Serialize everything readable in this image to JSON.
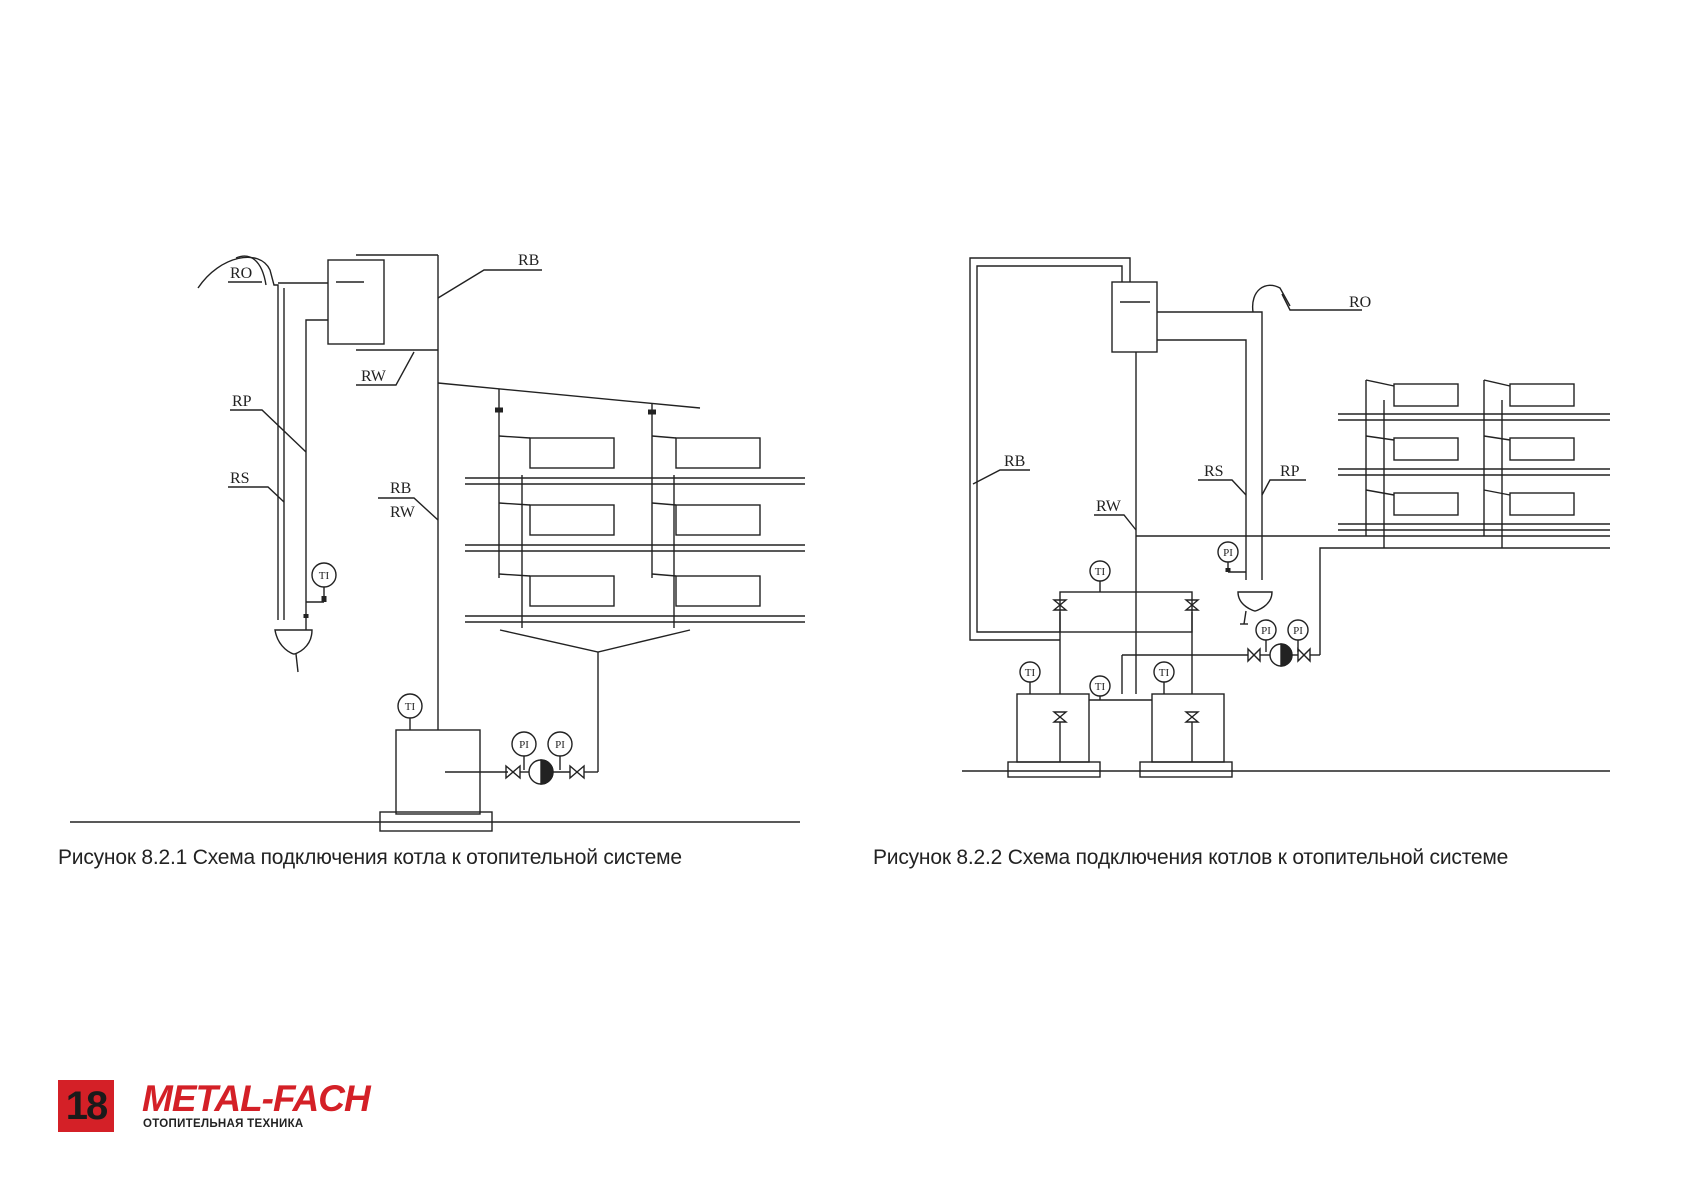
{
  "diagram1": {
    "labels": {
      "ro": "RO",
      "rb_top": "RB",
      "rw_top": "RW",
      "rp": "RP",
      "rs": "RS",
      "rb_mid": "RB",
      "rw_mid": "RW"
    },
    "gauges": {
      "ti_left": "TI",
      "ti_boiler": "TI",
      "pi_1": "PI",
      "pi_2": "PI"
    },
    "caption": "Рисунок 8.2.1 Схема подключения котла к отопительной системе"
  },
  "diagram2": {
    "labels": {
      "ro": "RO",
      "rb": "RB",
      "rs": "RS",
      "rp": "RP",
      "rw": "RW"
    },
    "gauges": {
      "ti_top": "TI",
      "pi_top": "PI",
      "pi_1": "PI",
      "pi_2": "PI",
      "ti_b1": "TI",
      "ti_mid": "TI",
      "ti_b2": "TI"
    },
    "caption": "Рисунок 8.2.2 Схема подключения котлов к отопительной системе"
  },
  "footer": {
    "page_number": "18",
    "brand": "METAL-FACH",
    "tagline": "ОТОПИТЕЛЬНАЯ ТЕХНИКА",
    "brand_color": "#d42027"
  }
}
